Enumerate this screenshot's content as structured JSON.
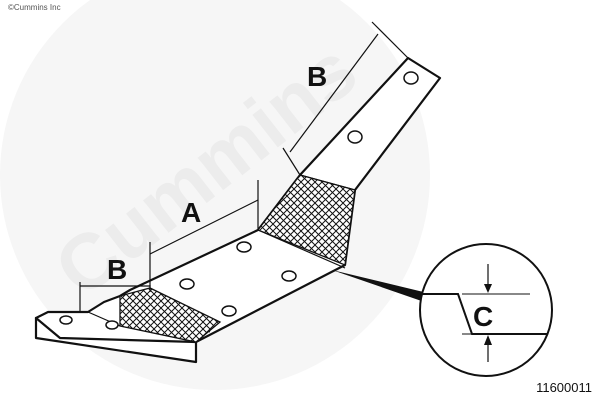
{
  "diagram": {
    "copyright": "©Cummins Inc",
    "watermark": "Cummins",
    "labels": {
      "a": "A",
      "b_upper": "B",
      "b_lower": "B",
      "c": "C"
    },
    "reference_number": "11600011",
    "colors": {
      "line": "#111111",
      "watermark": "#ececec",
      "background": "#ffffff"
    }
  }
}
